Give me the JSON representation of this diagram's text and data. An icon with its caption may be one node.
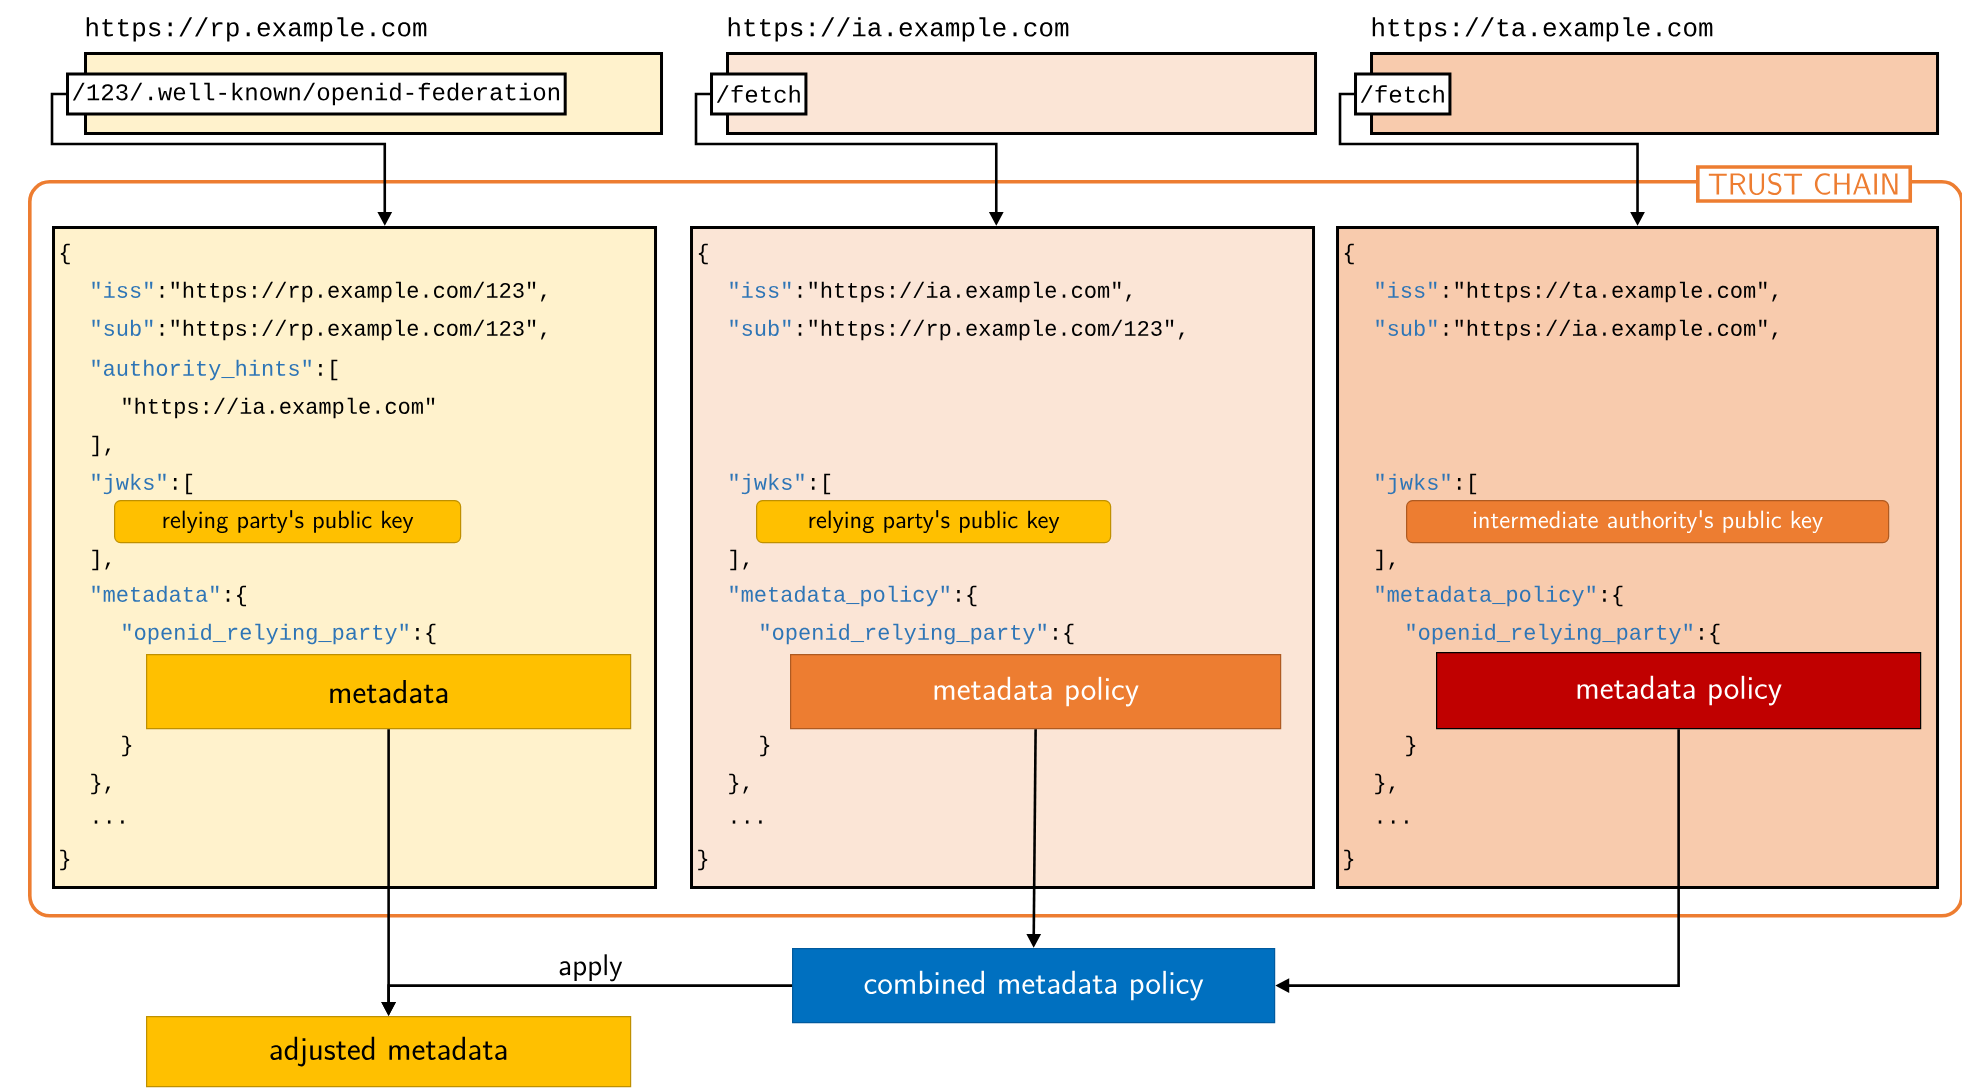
{
  "diagram": {
    "nodes": [
      {
        "text": [
          "TRUST CHAIN"
        ]
      },
      {
        "text": [
          "https://rp.example.com"
        ]
      },
      {
        "text": [
          "/123/.well-known/openid-federation"
        ],
        "in": 1
      },
      {
        "text": [
          "https://ia.example.com"
        ]
      },
      {
        "text": [
          "/fetch"
        ],
        "in": 3
      },
      {
        "text": [
          "https://ta.example.com"
        ]
      },
      {
        "text": [
          "/fetch"
        ],
        "in": 5
      },
      {
        "text": [
          "{",
          "\"iss\"",
          ":\"https://rp.example.com/123\",",
          "\"sub\"",
          ":\"https://rp.example.com/123\",",
          "\"authority_hints\"",
          ":[",
          "\"https://ia.example.com\"",
          "],",
          "\"jwks\"",
          ":[",
          "],",
          "\"metadata\"",
          ":{",
          "\"openid_relying_party\"",
          ":{",
          "}",
          "},",
          "...",
          "}"
        ],
        "in": 0
      },
      {
        "text": [
          "relying party's public key"
        ],
        "in": 7
      },
      {
        "text": [
          "metadata"
        ],
        "in": 7
      },
      {
        "text": [
          "{",
          "\"iss\"",
          ":\"https://ia.example.com\",",
          "\"sub\"",
          ":\"https://rp.example.com/123\",",
          "\"jwks\"",
          ":[",
          "],",
          "\"metadata_policy\"",
          ":{",
          "\"openid_relying_party\"",
          ":{",
          "}",
          "},",
          "...",
          "}"
        ],
        "in": 0
      },
      {
        "text": [
          "relying party's public key"
        ],
        "in": 10
      },
      {
        "text": [
          "metadata policy"
        ],
        "in": 10
      },
      {
        "text": [
          "{",
          "\"iss\"",
          ":\"https://ta.example.com\",",
          "\"sub\"",
          ":\"https://ia.example.com\",",
          "\"jwks\"",
          ":[",
          "],",
          "\"metadata_policy\"",
          ":{",
          "\"openid_relying_party\"",
          ":{",
          "}",
          "},",
          "...",
          "}"
        ],
        "in": 0
      },
      {
        "text": [
          "intermediate authority's public key"
        ],
        "in": 13
      },
      {
        "text": [
          "metadata policy"
        ],
        "in": 13
      },
      {
        "text": [
          "combined metadata policy"
        ]
      },
      {
        "text": [
          "adjusted metadata"
        ]
      }
    ],
    "edges": [
      {
        "from": 2,
        "to": 7,
        "arrow": "to"
      },
      {
        "from": 4,
        "to": 10,
        "arrow": "to"
      },
      {
        "from": 6,
        "to": 13,
        "arrow": "to"
      },
      {
        "from": 9,
        "to": 17,
        "arrow": "to"
      },
      {
        "from": 12,
        "to": 16,
        "arrow": "to"
      },
      {
        "from": 15,
        "to": 16,
        "arrow": "to"
      },
      {
        "from": 16,
        "to": 17,
        "arrow": "to",
        "label": "apply"
      }
    ]
  }
}
